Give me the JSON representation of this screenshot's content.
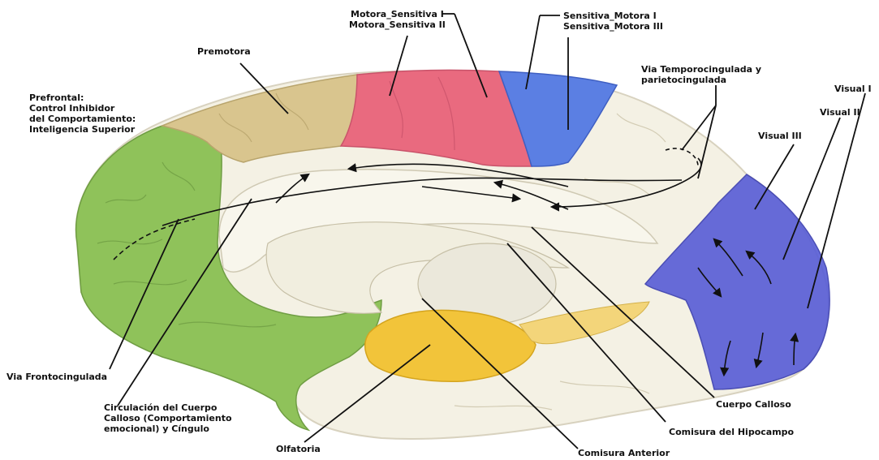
{
  "colors": {
    "background": "#ffffff",
    "prefrontal": "#8fc25a",
    "premotora": "#d9c58e",
    "motora": "#e96a7f",
    "sensitiva": "#5b7fe3",
    "visual": "#5a5fd6",
    "olfatoria": "#f2c43a",
    "cortex_base": "#f4f1e4"
  },
  "labels": {
    "prefrontal": [
      "Prefrontal:",
      "Control Inhibidor",
      "del Comportamiento:",
      "Inteligencia Superior"
    ],
    "premotora": "Premotora",
    "motora": [
      "Motora_Sensitiva I",
      "Motora_Sensitiva II"
    ],
    "sensitiva": [
      "Sensitiva_Motora I",
      "Sensitiva_Motora III"
    ],
    "temporocingulada": [
      "Via Temporocingulada y",
      "parietocingulada"
    ],
    "visual1": "Visual I",
    "visual2": "Visual II",
    "visual3": "Visual III",
    "frontocingulada": "Via Frontocingulada",
    "circulacion": [
      "Circulación del Cuerpo",
      "Calloso (Comportamiento",
      "emocional) y Cíngulo"
    ],
    "olfatoria": "Olfatoria",
    "comisura_anterior": "Comisura Anterior",
    "comisura_hipocampo": "Comisura del Hipocampo",
    "cuerpo_calloso": "Cuerpo Calloso"
  }
}
